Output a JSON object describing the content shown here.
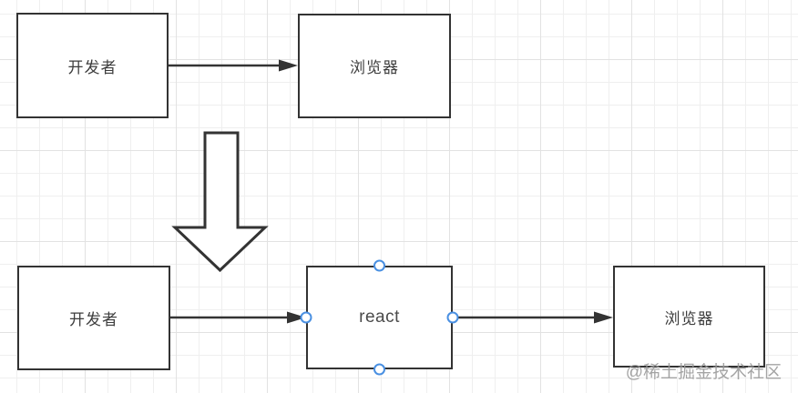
{
  "diagram": {
    "top_row": {
      "developer": "开发者",
      "browser": "浏览器"
    },
    "bottom_row": {
      "developer": "开发者",
      "react": "react",
      "browser": "浏览器"
    },
    "transform_arrow": "down-arrow-shape",
    "selection_handles": [
      "top",
      "left",
      "right",
      "bottom"
    ]
  },
  "watermark": {
    "text": "@稀土掘金技术社区"
  },
  "colors": {
    "border": "#333333",
    "text": "#3d3d3d",
    "handle_blue": "#4a90e2",
    "grid_minor": "#efefef",
    "grid_major": "#e2e2e2",
    "watermark": "#9b9b9b"
  }
}
